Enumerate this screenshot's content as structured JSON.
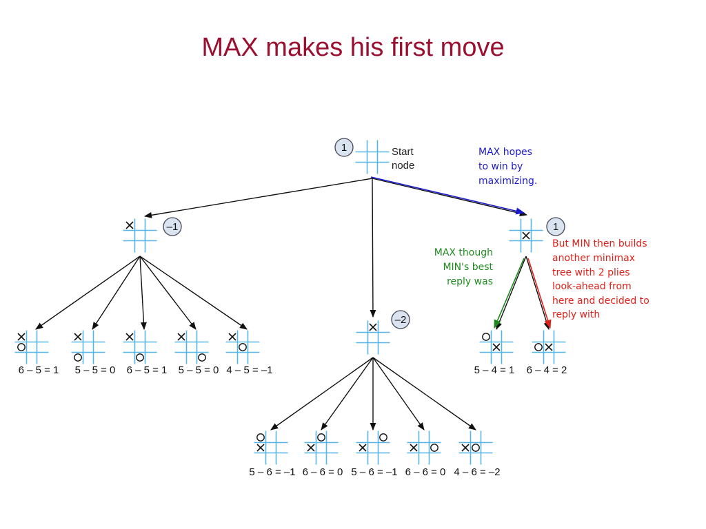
{
  "title": "MAX makes his first move",
  "start": {
    "badge": "1",
    "label_line1": "Start",
    "label_line2": "node"
  },
  "level1": [
    {
      "id": "n-left",
      "badge": "–1",
      "marks": [
        [
          "X",
          0,
          0
        ]
      ]
    },
    {
      "id": "n-center",
      "badge": "–2",
      "marks": [
        [
          "X",
          0,
          1
        ]
      ]
    },
    {
      "id": "n-right",
      "badge": "1",
      "marks": [
        [
          "X",
          1,
          1
        ]
      ]
    }
  ],
  "left_children": [
    {
      "marks": [
        [
          "X",
          0,
          0
        ],
        [
          "O",
          1,
          0
        ]
      ],
      "score": "6 – 5 = 1"
    },
    {
      "marks": [
        [
          "X",
          0,
          0
        ],
        [
          "O",
          2,
          0
        ]
      ],
      "score": "5 – 5 = 0"
    },
    {
      "marks": [
        [
          "X",
          0,
          0
        ],
        [
          "O",
          2,
          1
        ]
      ],
      "score": "6 – 5 = 1"
    },
    {
      "marks": [
        [
          "X",
          0,
          0
        ],
        [
          "O",
          2,
          2
        ]
      ],
      "score": "5 – 5 = 0"
    },
    {
      "marks": [
        [
          "X",
          0,
          0
        ],
        [
          "O",
          1,
          1
        ]
      ],
      "score": "4 – 5 = –1"
    }
  ],
  "center_children": [
    {
      "marks": [
        [
          "X",
          1,
          0
        ],
        [
          "O",
          0,
          0
        ]
      ],
      "score": "5 – 6 = –1"
    },
    {
      "marks": [
        [
          "X",
          1,
          0
        ],
        [
          "O",
          0,
          1
        ]
      ],
      "score": "6 – 6 = 0"
    },
    {
      "marks": [
        [
          "X",
          1,
          0
        ],
        [
          "O",
          0,
          2
        ]
      ],
      "score": "5 – 6 = –1"
    },
    {
      "marks": [
        [
          "X",
          1,
          0
        ],
        [
          "O",
          1,
          2
        ]
      ],
      "score": "6 – 6 = 0"
    },
    {
      "marks": [
        [
          "X",
          1,
          0
        ],
        [
          "O",
          1,
          1
        ]
      ],
      "score": "4 – 6 = –2"
    }
  ],
  "right_children": [
    {
      "marks": [
        [
          "X",
          1,
          1
        ],
        [
          "O",
          0,
          0
        ]
      ],
      "score": "5 – 4 = 1"
    },
    {
      "marks": [
        [
          "X",
          1,
          1
        ],
        [
          "O",
          1,
          0
        ]
      ],
      "score": "6 – 4 = 2"
    }
  ],
  "notes": {
    "max_hopes": [
      "MAX hopes",
      "to win by",
      "maximizing."
    ],
    "max_thought": [
      "MAX though",
      "MIN's best",
      "reply was"
    ],
    "min_builds": [
      "But MIN then builds",
      "another minimax",
      "tree with 2 plies",
      "look-ahead from",
      "here and decided to",
      "reply with"
    ]
  },
  "colors": {
    "title": "#9b1030",
    "grid": "#55b6e6",
    "blue_note": "#1a1acc",
    "green_note": "#1f8a1f",
    "red_note": "#e0211a",
    "edge": "#111111"
  }
}
